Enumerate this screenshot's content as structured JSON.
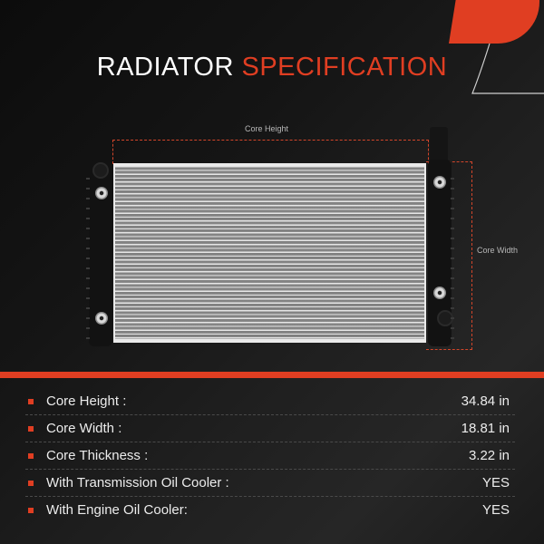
{
  "header": {
    "title_part1": "RADIATOR",
    "title_part2": "SPECIFICATION"
  },
  "diagram": {
    "height_label": "Core Height",
    "width_label": "Core Width"
  },
  "specs": [
    {
      "label": "Core Height :",
      "value": "34.84 in"
    },
    {
      "label": "Core Width :",
      "value": "18.81 in"
    },
    {
      "label": "Core Thickness :",
      "value": "3.22 in"
    },
    {
      "label": "With Transmission Oil Cooler :",
      "value": "YES"
    },
    {
      "label": "With Engine Oil Cooler:",
      "value": "YES"
    }
  ],
  "colors": {
    "accent": "#e03e22",
    "background": "#151515",
    "text": "#ececec"
  }
}
